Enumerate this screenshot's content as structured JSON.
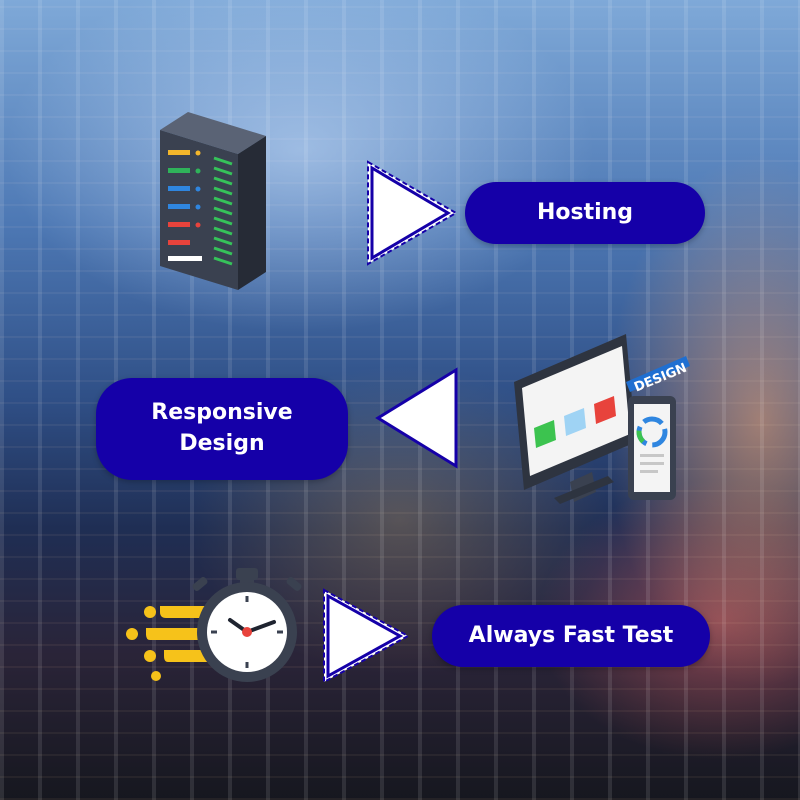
{
  "items": [
    {
      "label": "Hosting",
      "icon": "server-rack-icon"
    },
    {
      "label": "Responsive\nDesign",
      "icon": "responsive-design-icon",
      "badge": "DESIGN"
    },
    {
      "label": "Always Fast Test",
      "icon": "stopwatch-icon"
    }
  ],
  "colors": {
    "pill": "#1500a8",
    "arrow": "#ffffff",
    "arrow_border": "#1500a8"
  }
}
